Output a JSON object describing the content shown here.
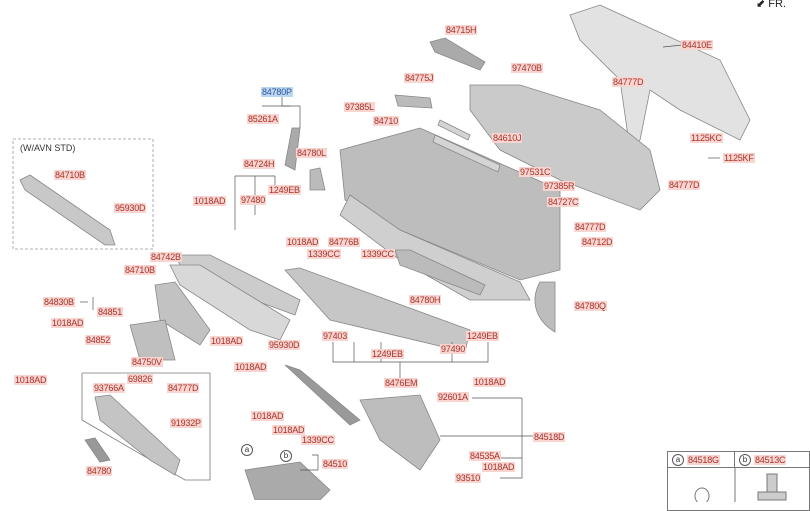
{
  "diagram": {
    "front_marker": "FR.",
    "inset_title": "(W/AVN STD)",
    "labels": {
      "p84715H": "84715H",
      "p84410E": "84410E",
      "p97470B": "97470B",
      "p84775J": "84775J",
      "p84777D_a": "84777D",
      "p84780P": "84780P",
      "p97385L": "97385L",
      "p85261A": "85261A",
      "p84710": "84710",
      "p84610J": "84610J",
      "p1125KC": "1125KC",
      "p84780L": "84780L",
      "p1125KF": "1125KF",
      "p84724H": "84724H",
      "p84710B_inset": "84710B",
      "p97531C": "97531C",
      "p1249EB_a": "1249EB",
      "p97385R": "97385R",
      "p84777D_b": "84777D",
      "p97480": "97480",
      "p1018AD_a": "1018AD",
      "p95930D_inset": "95930D",
      "p84727C": "84727C",
      "p84777D_c": "84777D",
      "p84712D": "84712D",
      "p1018AD_b": "1018AD",
      "p84776B": "84776B",
      "p1339CC_a": "1339CC",
      "p1339CC_b": "1339CC",
      "p84742B": "84742B",
      "p84710B": "84710B",
      "p84830B": "84830B",
      "p84780H": "84780H",
      "p84780Q": "84780Q",
      "p84851": "84851",
      "p1018AD_c": "1018AD",
      "p1018AD_d": "1018AD",
      "p97403": "97403",
      "p1249EB_b": "1249EB",
      "p84852": "84852",
      "p95930D": "95930D",
      "p1249EB_c": "1249EB",
      "p97490": "97490",
      "p84750V": "84750V",
      "p1018AD_e": "1018AD",
      "p69826": "69826",
      "p1018AD_f": "1018AD",
      "p8476EM": "8476EM",
      "p1018AD_g": "1018AD",
      "p93766A": "93766A",
      "p84777D_d": "84777D",
      "p92601A": "92601A",
      "p1018AD_h": "1018AD",
      "p91932P": "91932P",
      "p1018AD_i": "1018AD",
      "p1339CC_c": "1339CC",
      "p84518D": "84518D",
      "p84510": "84510",
      "p84535A": "84535A",
      "p1018AD_j": "1018AD",
      "p84780": "84780",
      "p93510": "93510"
    },
    "callouts": {
      "a": "a",
      "b": "b"
    },
    "legend": [
      {
        "key": "a",
        "part": "84518G"
      },
      {
        "key": "b",
        "part": "84513C"
      }
    ]
  },
  "colors": {
    "label_bg": "#f8d5d0",
    "label_text": "#a8322c",
    "selected_bg": "#bcd6f2"
  }
}
